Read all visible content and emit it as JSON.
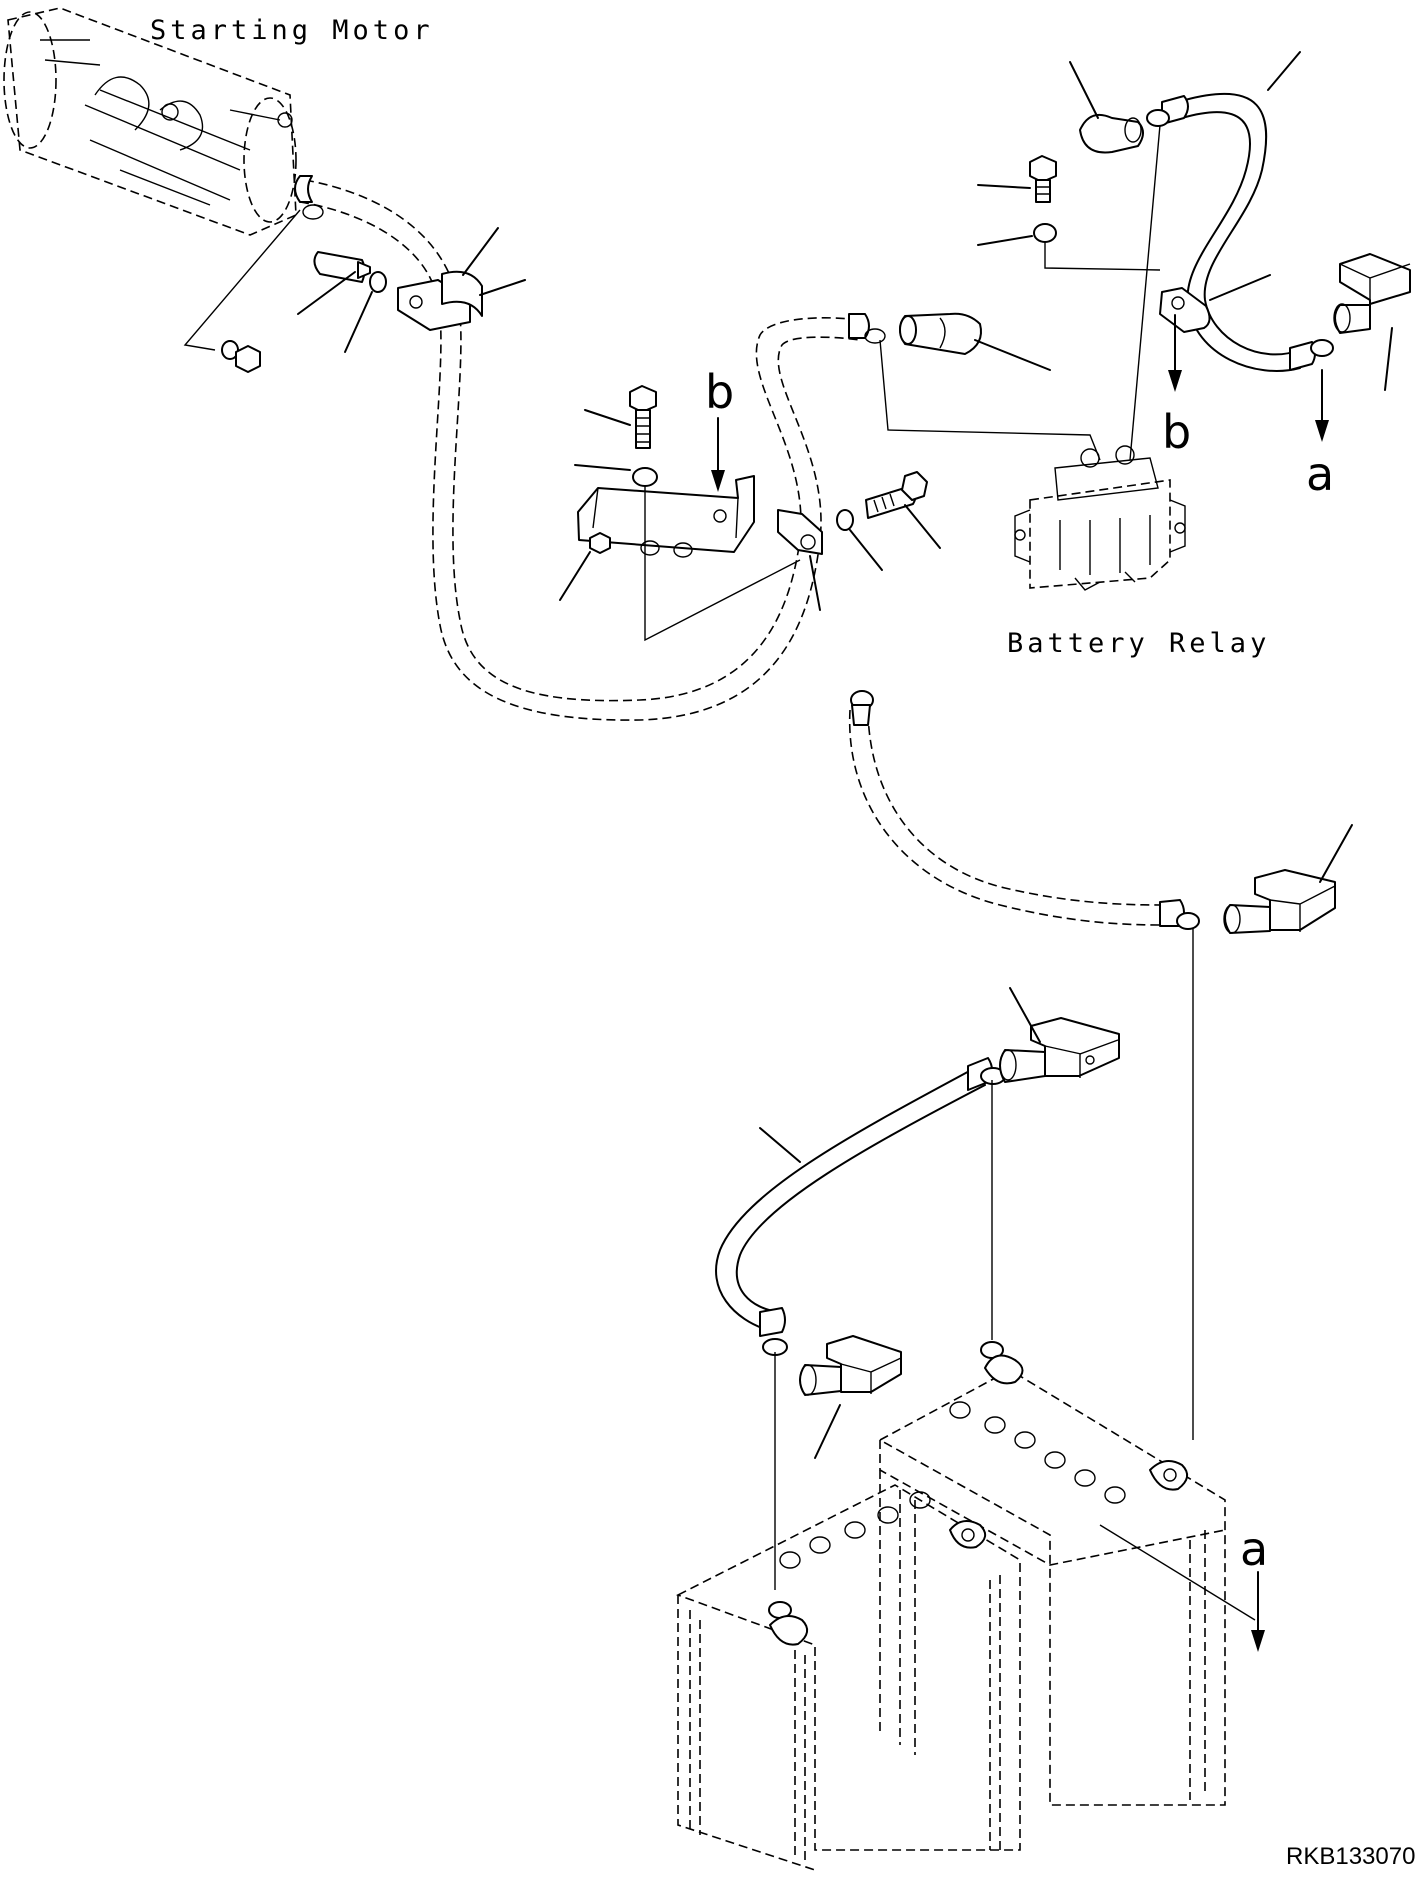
{
  "labels": {
    "starting_motor": "Starting Motor",
    "battery_relay": "Battery Relay",
    "drawing_code": "RKB133070"
  },
  "refs": {
    "b_top_left": "b",
    "b_top_right": "b",
    "a_top_right": "a",
    "a_bottom": "a"
  }
}
